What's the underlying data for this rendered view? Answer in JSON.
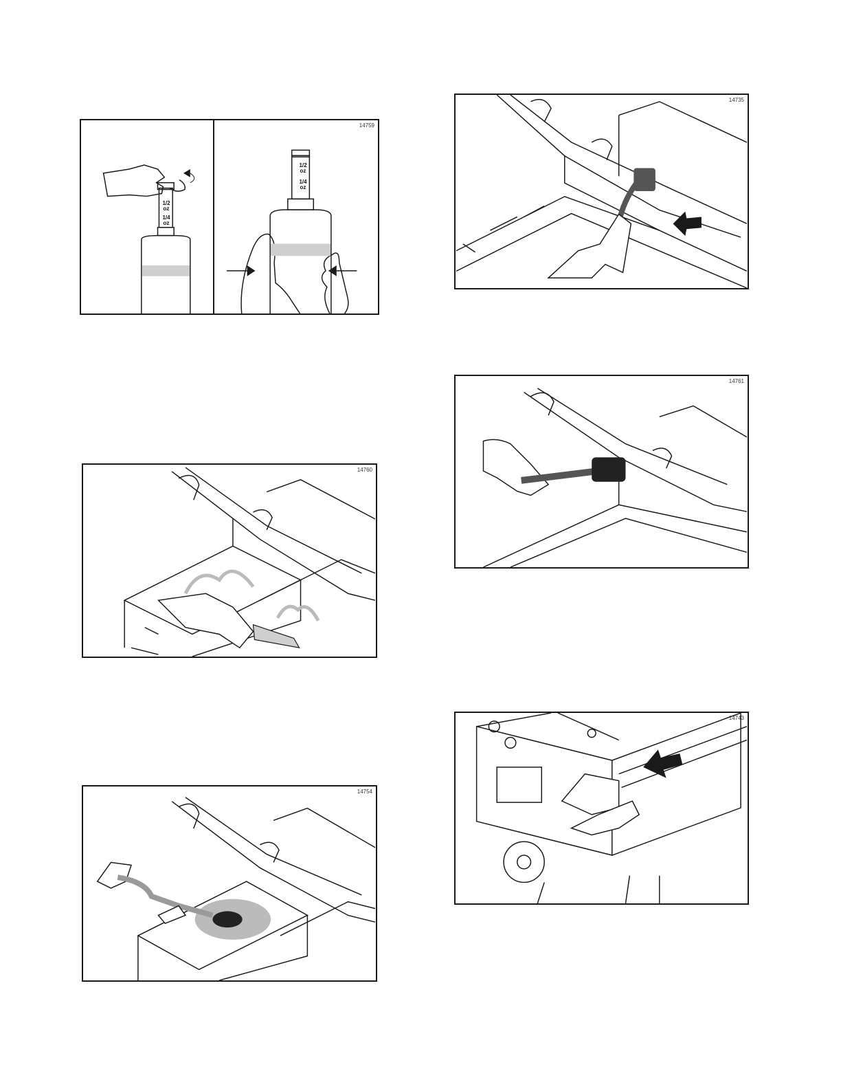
{
  "figures": [
    {
      "id": "14759",
      "bottle_left": {
        "half_mark": "1/2\noz",
        "quarter_mark": "1/4\noz"
      },
      "bottle_right": {
        "half_mark": "1/2\noz",
        "quarter_mark": "1/4\noz"
      }
    },
    {
      "id": "14735"
    },
    {
      "id": "14760"
    },
    {
      "id": "14761"
    },
    {
      "id": "14754"
    },
    {
      "id": "14743"
    }
  ],
  "colors": {
    "line": "#1a1a1a",
    "fill_gray": "#cfcfcf",
    "fill_dark": "#555555",
    "fill_black": "#222222"
  }
}
